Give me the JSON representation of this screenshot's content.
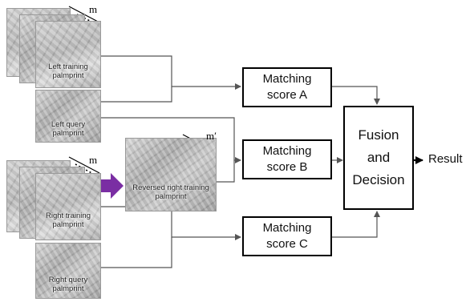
{
  "diagram": {
    "left_training": {
      "label": "Left training palmprint",
      "count": "m"
    },
    "left_query": {
      "label": "Left query palmprint"
    },
    "right_training": {
      "label": "Right training palmprint",
      "count": "m"
    },
    "right_query": {
      "label": "Right query palmprint"
    },
    "reversed_training": {
      "label": "Reversed right training palmprint",
      "count": "m′"
    },
    "matching_a": "Matching score A",
    "matching_b": "Matching score B",
    "matching_c": "Matching score C",
    "fusion": "Fusion and Decision",
    "result": "Result",
    "colors": {
      "transform_arrow": "#7a2ea3",
      "lines": "#555555",
      "box_border": "#000000"
    }
  }
}
